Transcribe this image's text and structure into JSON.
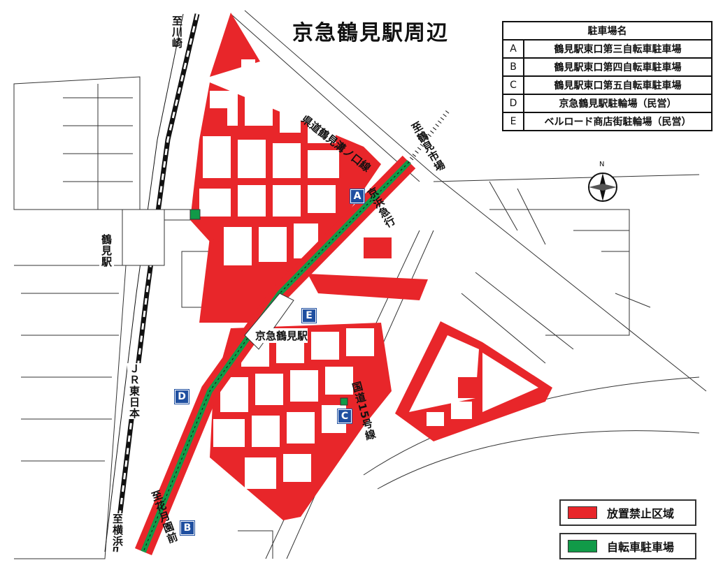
{
  "title": "京急鶴見駅周辺",
  "parking_table": {
    "header": "駐車場名",
    "rows": [
      {
        "key": "A",
        "name": "鶴見駅東口第三自転車駐車場"
      },
      {
        "key": "B",
        "name": "鶴見駅東口第四自転車駐車場"
      },
      {
        "key": "C",
        "name": "鶴見駅東口第五自転車駐車場"
      },
      {
        "key": "D",
        "name": "京急鶴見駅駐輪場（民営）"
      },
      {
        "key": "E",
        "name": "ベルロード商店街駐輪場（民営）"
      }
    ]
  },
  "map_labels": {
    "to_kawasaki": "至川崎",
    "tsurumi_station": "鶴見駅",
    "jr_east": "ＪＲ東日本",
    "to_yokohama": "至横浜",
    "keikyu_tsurumi_station": "京急鶴見駅",
    "keihin_kyuko": "京浜急行",
    "prefectural_road": "県道鶴見溝ノ口線",
    "to_tsurumi_ichiba": "至鶴見市場",
    "route15": "国道15号線",
    "to_kagetsuen": "至花月園前",
    "north": "N"
  },
  "markers": [
    "A",
    "B",
    "C",
    "D",
    "E"
  ],
  "legend": [
    {
      "label": "放置禁止区域",
      "color": "#e8262a"
    },
    {
      "label": "自転車駐車場",
      "color": "#119a48"
    }
  ]
}
